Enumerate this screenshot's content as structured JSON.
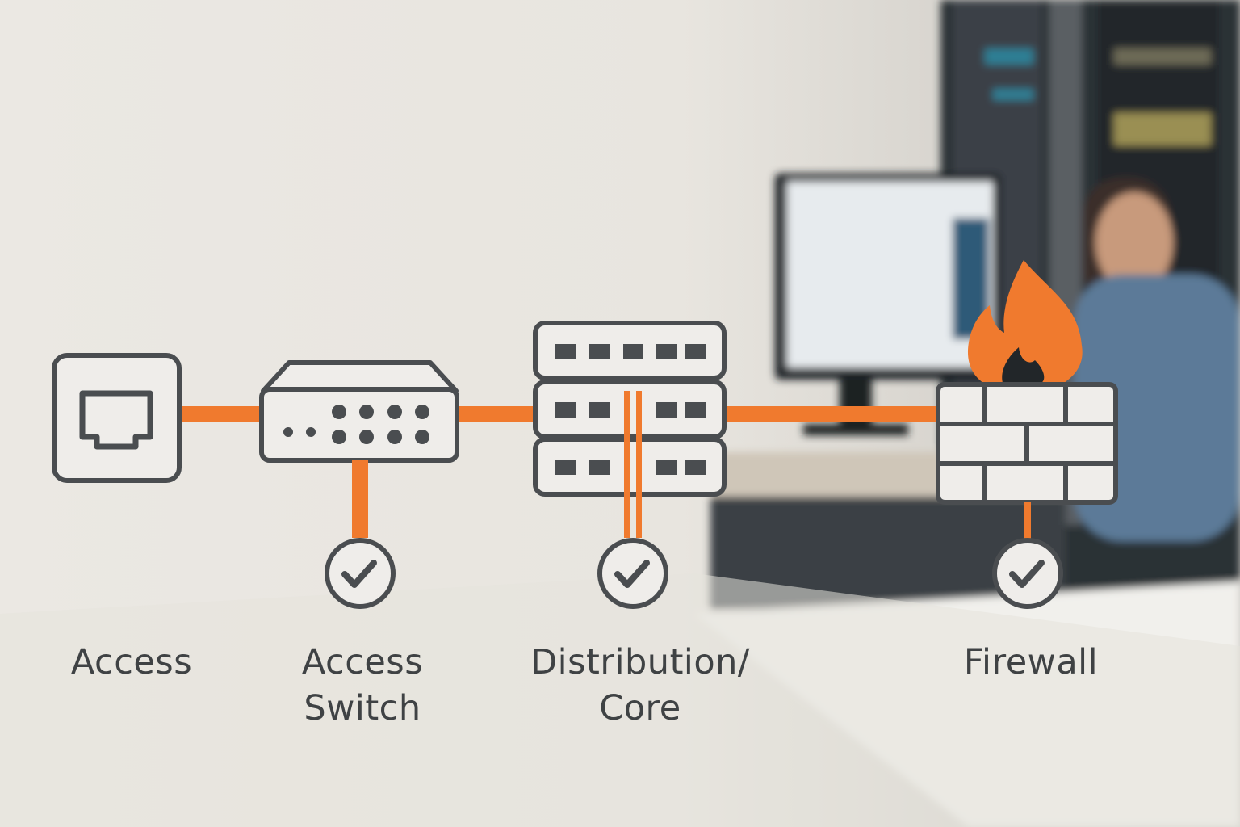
{
  "diagram": {
    "nodes": [
      {
        "id": "access",
        "label": "Access",
        "icon": "ethernet-port-icon",
        "has_check": false
      },
      {
        "id": "access-switch",
        "label": "Access\nSwitch",
        "icon": "network-switch-icon",
        "has_check": true
      },
      {
        "id": "distribution-core",
        "label": "Distribution/\nCore",
        "icon": "server-stack-icon",
        "has_check": true
      },
      {
        "id": "firewall",
        "label": "Firewall",
        "icon": "firewall-icon",
        "has_check": true
      }
    ],
    "links": [
      {
        "from": "access",
        "to": "access-switch"
      },
      {
        "from": "access-switch",
        "to": "distribution-core"
      },
      {
        "from": "distribution-core",
        "to": "firewall"
      }
    ],
    "colors": {
      "link": "#f07a2e",
      "icon_stroke": "#4a4d50",
      "icon_fill": "#efedea",
      "flame": "#f07a2e",
      "label_text": "#3f4244"
    }
  }
}
